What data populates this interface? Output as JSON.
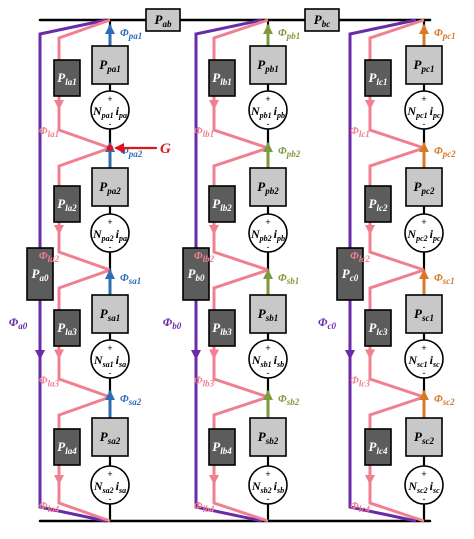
{
  "colors": {
    "border": "#000000",
    "purple": "#6a2ba8",
    "pink": "#f08090",
    "blue": "#2f6db3",
    "green": "#7d9a3c",
    "orange": "#d97826",
    "dark_box": "#5c5c5c",
    "light_box": "#c8c8c8",
    "red_marker": "#e0141e"
  },
  "top_permeances": {
    "ab": {
      "main": "P",
      "sub": "ab"
    },
    "bc": {
      "main": "P",
      "sub": "bc"
    }
  },
  "marker": {
    "label": "G"
  },
  "phases": [
    {
      "id": "a",
      "leg_perm": {
        "main": "P",
        "sub": "a0"
      },
      "leg_flux": {
        "main": "Φ",
        "sub": "a0"
      },
      "leak_perms": [
        {
          "main": "P",
          "sub": "la1"
        },
        {
          "main": "P",
          "sub": "la2"
        },
        {
          "main": "P",
          "sub": "la3"
        },
        {
          "main": "P",
          "sub": "la4"
        }
      ],
      "leak_flux": [
        {
          "main": "Φ",
          "sub": "la1"
        },
        {
          "main": "Φ",
          "sub": "la2"
        },
        {
          "main": "Φ",
          "sub": "la3"
        },
        {
          "main": "Φ",
          "sub": "la4"
        }
      ],
      "core_perms": [
        {
          "main": "P",
          "sub": "pa1"
        },
        {
          "main": "P",
          "sub": "pa2"
        },
        {
          "main": "P",
          "sub": "sa1"
        },
        {
          "main": "P",
          "sub": "sa2"
        }
      ],
      "core_flux": [
        {
          "main": "Φ",
          "sub": "pa1"
        },
        {
          "main": "Φ",
          "sub": "pa2"
        },
        {
          "main": "Φ",
          "sub": "sa1"
        },
        {
          "main": "Φ",
          "sub": "sa2"
        }
      ],
      "sources": [
        {
          "n": "N",
          "nsub": "pa1",
          "i": "i",
          "isub": "pa"
        },
        {
          "n": "N",
          "nsub": "pa2",
          "i": "i",
          "isub": "pa"
        },
        {
          "n": "N",
          "nsub": "sa1",
          "i": "i",
          "isub": "sa"
        },
        {
          "n": "N",
          "nsub": "sa2",
          "i": "i",
          "isub": "sa"
        }
      ]
    },
    {
      "id": "b",
      "leg_perm": {
        "main": "P",
        "sub": "b0"
      },
      "leg_flux": {
        "main": "Φ",
        "sub": "b0"
      },
      "leak_perms": [
        {
          "main": "P",
          "sub": "lb1"
        },
        {
          "main": "P",
          "sub": "lb2"
        },
        {
          "main": "P",
          "sub": "lb3"
        },
        {
          "main": "P",
          "sub": "lb4"
        }
      ],
      "leak_flux": [
        {
          "main": "Φ",
          "sub": "lb1"
        },
        {
          "main": "Φ",
          "sub": "lb2"
        },
        {
          "main": "Φ",
          "sub": "lb3"
        },
        {
          "main": "Φ",
          "sub": "lb4"
        }
      ],
      "core_perms": [
        {
          "main": "P",
          "sub": "pb1"
        },
        {
          "main": "P",
          "sub": "pb2"
        },
        {
          "main": "P",
          "sub": "sb1"
        },
        {
          "main": "P",
          "sub": "sb2"
        }
      ],
      "core_flux": [
        {
          "main": "Φ",
          "sub": "pb1"
        },
        {
          "main": "Φ",
          "sub": "pb2"
        },
        {
          "main": "Φ",
          "sub": "sb1"
        },
        {
          "main": "Φ",
          "sub": "sb2"
        }
      ],
      "sources": [
        {
          "n": "N",
          "nsub": "pb1",
          "i": "i",
          "isub": "pb"
        },
        {
          "n": "N",
          "nsub": "pb2",
          "i": "i",
          "isub": "pb"
        },
        {
          "n": "N",
          "nsub": "sb1",
          "i": "i",
          "isub": "sb"
        },
        {
          "n": "N",
          "nsub": "sb2",
          "i": "i",
          "isub": "sb"
        }
      ]
    },
    {
      "id": "c",
      "leg_perm": {
        "main": "P",
        "sub": "c0"
      },
      "leg_flux": {
        "main": "Φ",
        "sub": "c0"
      },
      "leak_perms": [
        {
          "main": "P",
          "sub": "lc1"
        },
        {
          "main": "P",
          "sub": "lc2"
        },
        {
          "main": "P",
          "sub": "lc3"
        },
        {
          "main": "P",
          "sub": "lc4"
        }
      ],
      "leak_flux": [
        {
          "main": "Φ",
          "sub": "lc1"
        },
        {
          "main": "Φ",
          "sub": "lc2"
        },
        {
          "main": "Φ",
          "sub": "lc3"
        },
        {
          "main": "Φ",
          "sub": "lc4"
        }
      ],
      "core_perms": [
        {
          "main": "P",
          "sub": "pc1"
        },
        {
          "main": "P",
          "sub": "pc2"
        },
        {
          "main": "P",
          "sub": "sc1"
        },
        {
          "main": "P",
          "sub": "sc2"
        }
      ],
      "core_flux": [
        {
          "main": "Φ",
          "sub": "pc1"
        },
        {
          "main": "Φ",
          "sub": "pc2"
        },
        {
          "main": "Φ",
          "sub": "sc1"
        },
        {
          "main": "Φ",
          "sub": "sc2"
        }
      ],
      "sources": [
        {
          "n": "N",
          "nsub": "pc1",
          "i": "i",
          "isub": "pc"
        },
        {
          "n": "N",
          "nsub": "pc2",
          "i": "i",
          "isub": "pc"
        },
        {
          "n": "N",
          "nsub": "sc1",
          "i": "i",
          "isub": "sc"
        },
        {
          "n": "N",
          "nsub": "sc2",
          "i": "i",
          "isub": "sc"
        }
      ]
    }
  ]
}
